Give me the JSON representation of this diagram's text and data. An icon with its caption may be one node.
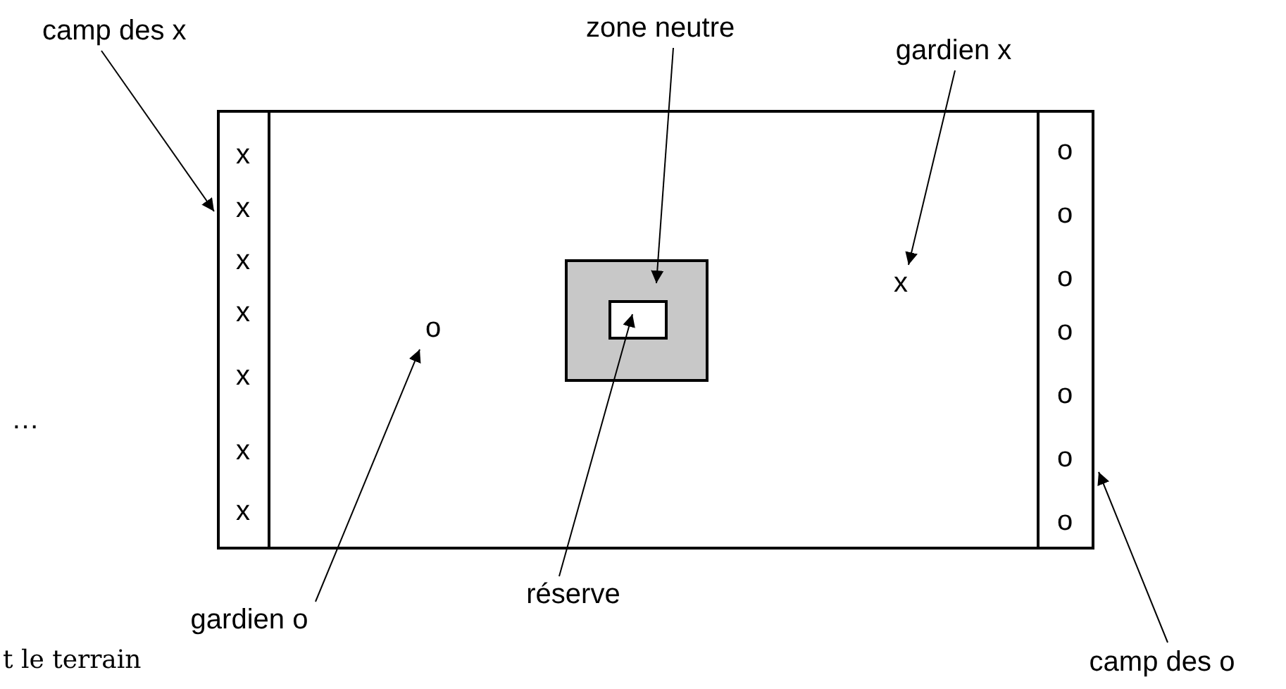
{
  "diagram": {
    "nodes": [
      {
        "text": [],
        "shape": "box"
      },
      {
        "text": [
          "x",
          "x",
          "x",
          "x",
          "x",
          "x",
          "x"
        ],
        "in": 0
      },
      {
        "text": [
          "o",
          "o",
          "o",
          "o",
          "o",
          "o",
          "o"
        ],
        "in": 0
      },
      {
        "text": [],
        "shape": "box",
        "in": 0
      },
      {
        "text": [],
        "shape": "box",
        "in": 3
      },
      {
        "text": [
          "o"
        ],
        "in": 0
      },
      {
        "text": [
          "x"
        ],
        "in": 0
      },
      {
        "text": [
          "camp des x"
        ]
      },
      {
        "text": [
          "zone neutre"
        ]
      },
      {
        "text": [
          "gardien x"
        ]
      },
      {
        "text": [
          "gardien o"
        ]
      },
      {
        "text": [
          "réserve"
        ]
      },
      {
        "text": [
          "camp des o"
        ]
      }
    ],
    "edges": [
      {
        "from": 7,
        "to": 1,
        "arrow": "to"
      },
      {
        "from": 8,
        "to": 3,
        "arrow": "to"
      },
      {
        "from": 9,
        "to": 6,
        "arrow": "to"
      },
      {
        "from": 10,
        "to": 5,
        "arrow": "to"
      },
      {
        "from": 11,
        "to": 4,
        "arrow": "to"
      },
      {
        "from": 12,
        "to": 2,
        "arrow": "to"
      }
    ],
    "labels": [
      "…",
      "t le terrain"
    ]
  }
}
